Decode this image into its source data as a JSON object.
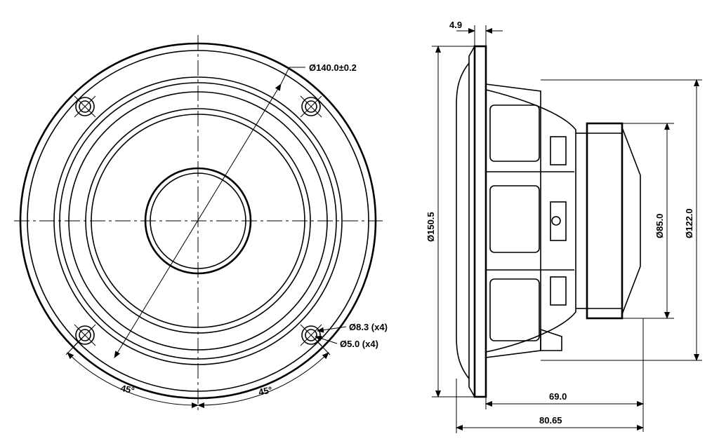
{
  "front_view": {
    "dim_outer_diameter": "Ø140.0±0.2",
    "dim_hole_outer": "Ø8.3 (x4)",
    "dim_hole_inner": "Ø5.0 (x4)",
    "angle_left": "45°",
    "angle_right": "45°"
  },
  "side_view": {
    "dim_flange_thickness": "4.9",
    "dim_frame_diameter": "Ø150.5",
    "dim_magnet_diameter": "Ø85.0",
    "dim_basket_diameter": "Ø122.0",
    "dim_depth_from_flange": "69.0",
    "dim_total_depth": "80.65"
  }
}
